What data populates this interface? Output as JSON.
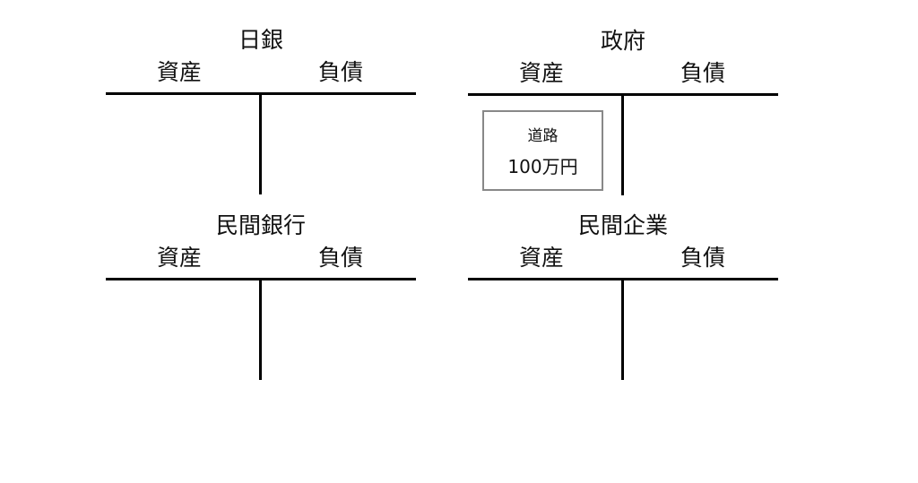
{
  "labels": {
    "assets": "資産",
    "liabilities": "負債"
  },
  "accounts": [
    {
      "title": "日銀"
    },
    {
      "title": "政府",
      "asset_entry": {
        "item": "道路",
        "amount": "100万円"
      }
    },
    {
      "title": "民間銀行"
    },
    {
      "title": "民間企業"
    }
  ]
}
